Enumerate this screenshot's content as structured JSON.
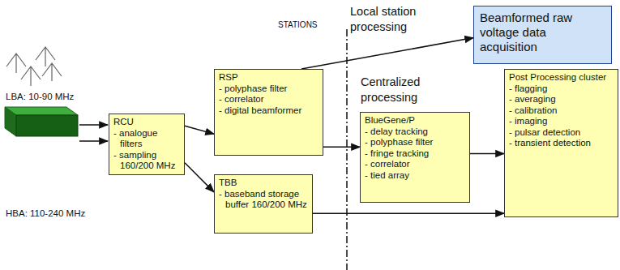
{
  "diagram": {
    "nodes": [
      {
        "text": [
          "RCU",
          "- analogue filters",
          "- sampling 160/200 MHz"
        ]
      },
      {
        "text": [
          "RSP",
          "- polyphase filter",
          "- correlator",
          "- digital beamformer"
        ]
      },
      {
        "text": [
          "TBB",
          "- baseband storage buffer 160/200 MHz"
        ]
      },
      {
        "text": [
          "BlueGene/P",
          "- delay tracking",
          "- polyphase filter",
          "- fringe tracking",
          "- correlator",
          "- tied array"
        ]
      },
      {
        "text": [
          "Post Processing cluster",
          "- flagging",
          "- averaging",
          "- calibration",
          "- imaging",
          "- pulsar detection",
          "- transient detection"
        ]
      },
      {
        "text": [
          "Beamformed raw voltage data acquisition"
        ]
      }
    ],
    "edges": [
      {
        "from": 0,
        "to": 1,
        "arrow": "to"
      },
      {
        "from": 0,
        "to": 2,
        "arrow": "to"
      },
      {
        "from": 1,
        "to": 3,
        "arrow": "to"
      },
      {
        "from": 1,
        "to": 5,
        "arrow": "to"
      },
      {
        "from": 3,
        "to": 4,
        "arrow": "to"
      },
      {
        "from": 2,
        "to": 4,
        "arrow": "to"
      }
    ],
    "labels": [
      "LBA: 10-90 MHz",
      "HBA: 110-240 MHz",
      "STATIONS",
      "Local station processing",
      "Centralized processing"
    ]
  }
}
